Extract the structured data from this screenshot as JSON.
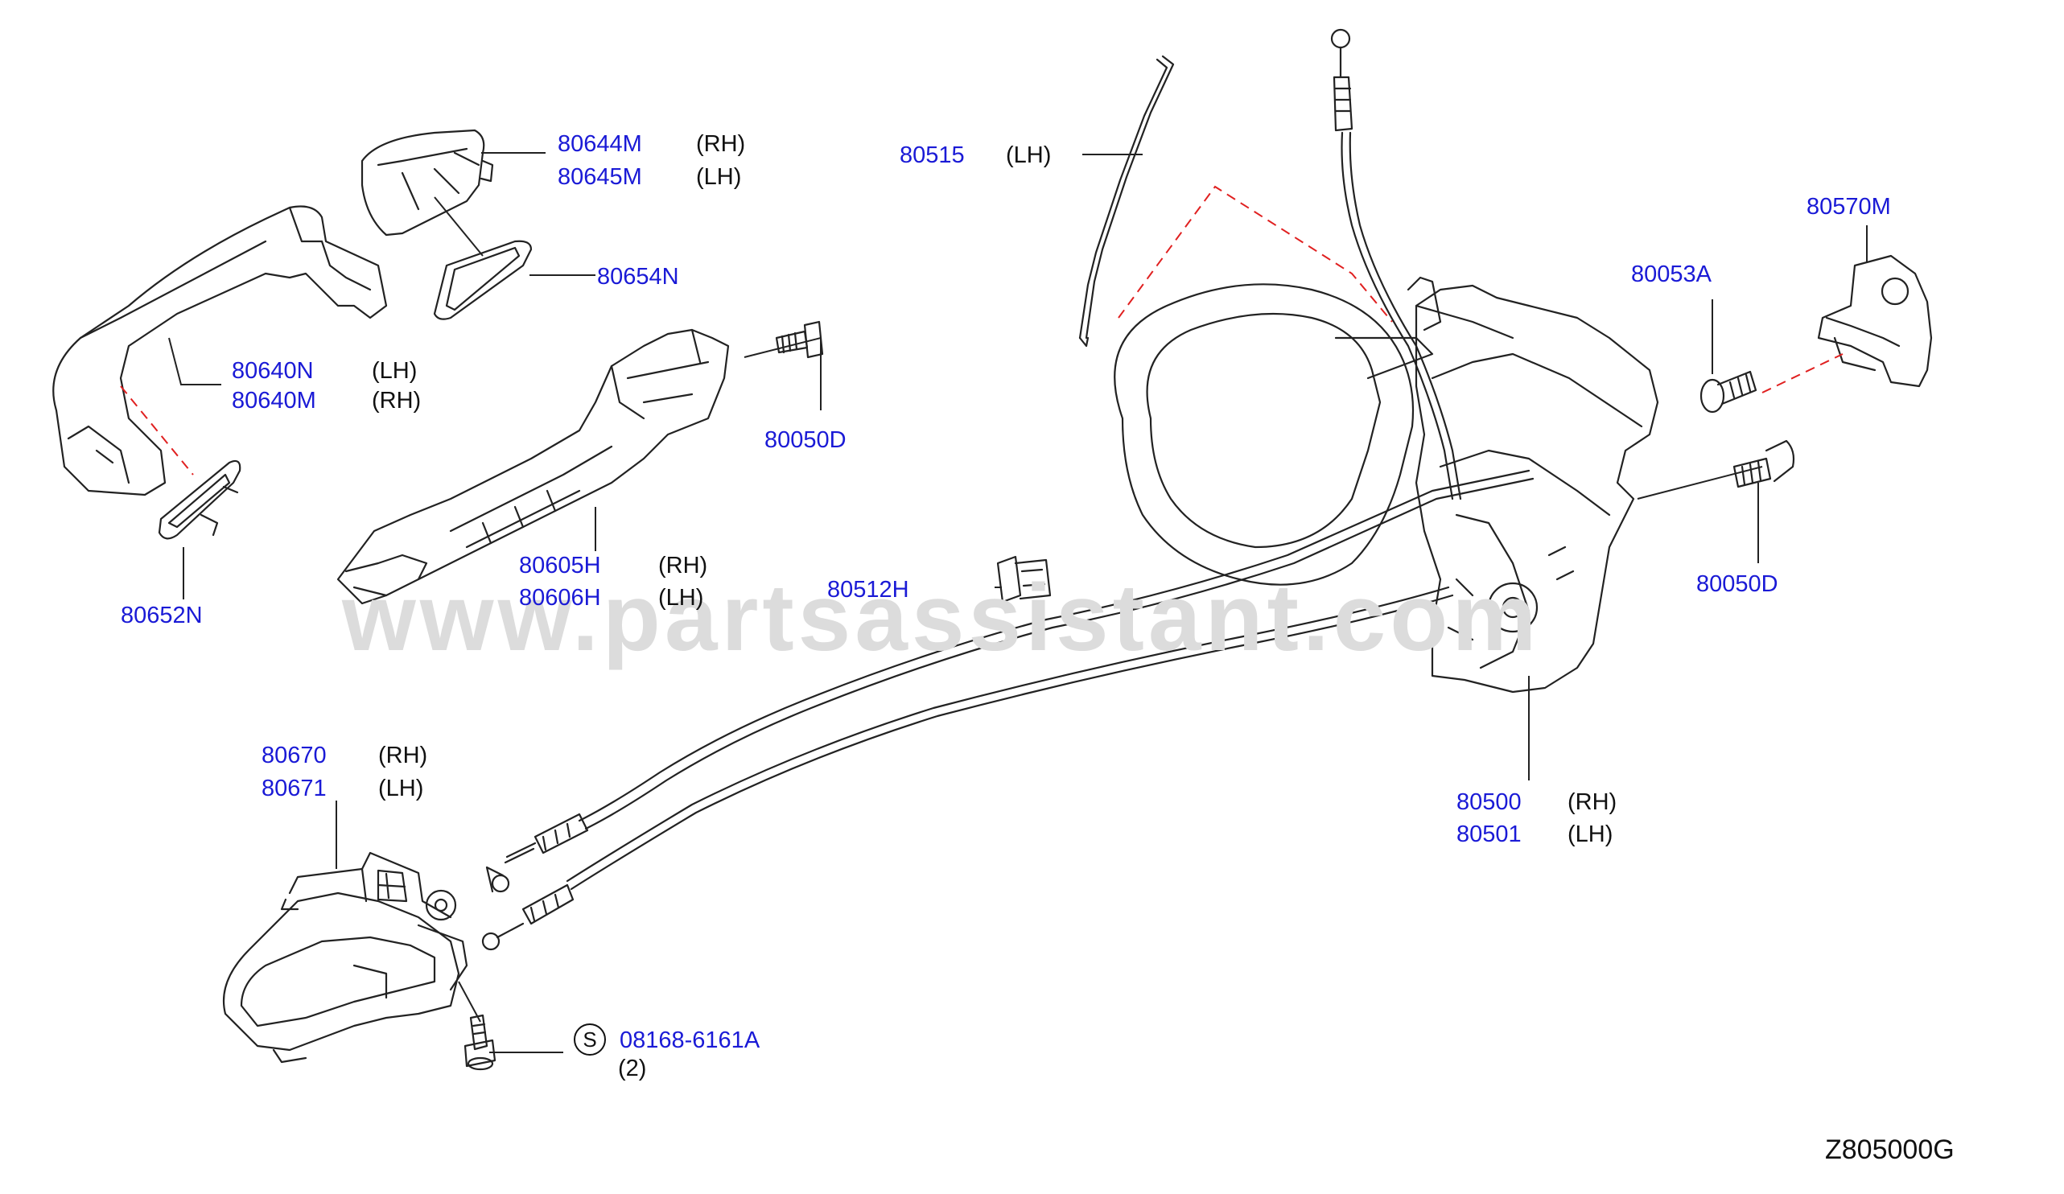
{
  "watermark": "www.partsassistant.com",
  "diagram_code": "Z805000G",
  "parts": [
    {
      "part": "80644M",
      "side": "(RH)"
    },
    {
      "part": "80645M",
      "side": "(LH)"
    },
    {
      "part": "80654N",
      "side": ""
    },
    {
      "part": "80640N",
      "side": "(LH)"
    },
    {
      "part": "80640M",
      "side": "(RH)"
    },
    {
      "part": "80652N",
      "side": ""
    },
    {
      "part": "80050D",
      "side": ""
    },
    {
      "part": "80605H",
      "side": "(RH)"
    },
    {
      "part": "80606H",
      "side": "(LH)"
    },
    {
      "part": "80515",
      "side": "(LH)"
    },
    {
      "part": "80512H",
      "side": ""
    },
    {
      "part": "80570M",
      "side": ""
    },
    {
      "part": "80053A",
      "side": ""
    },
    {
      "part": "80050D",
      "side": ""
    },
    {
      "part": "80500",
      "side": "(RH)"
    },
    {
      "part": "80501",
      "side": "(LH)"
    },
    {
      "part": "80670",
      "side": "(RH)"
    },
    {
      "part": "80671",
      "side": "(LH)"
    },
    {
      "part": "08168-6161A",
      "side": ""
    }
  ],
  "bolt_symbol": "S",
  "bolt_qty": "(2)",
  "colors": {
    "part_number": "#1a1ad6",
    "line": "#222222",
    "dashed": "#e02020",
    "watermark": "#dcdcdc"
  }
}
